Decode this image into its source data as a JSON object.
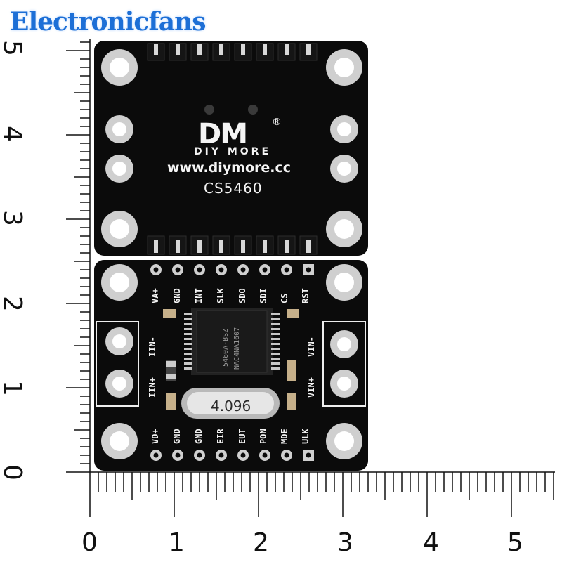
{
  "watermark": "Electronicfans",
  "ruler": {
    "horizontal_labels": [
      "0",
      "1",
      "2",
      "3",
      "4",
      "5"
    ],
    "vertical_labels": [
      "5",
      "4",
      "3",
      "2",
      "1",
      "0"
    ]
  },
  "top_board": {
    "logo": "DM",
    "registered_mark": "®",
    "brand": "DIY MORE",
    "url": "www.diymore.cc",
    "model": "CS5460"
  },
  "bottom_board": {
    "top_pins": [
      "VA+",
      "GND",
      "INT",
      "SLK",
      "SDO",
      "SDI",
      "CS",
      "RST"
    ],
    "bottom_pins": [
      "VD+",
      "GND",
      "GND",
      "EIR",
      "EUT",
      "PON",
      "MDE",
      "ULK"
    ],
    "left_terminals": [
      "IIN-",
      "IIN+"
    ],
    "right_terminals": [
      "VIN-",
      "VIN+"
    ],
    "crystal": "4.096",
    "chip_text": [
      "5460A-BSZ",
      "NAC4NA1607"
    ]
  },
  "colors": {
    "pcb": "#0b0b0b",
    "silkscreen": "#f2f2f2",
    "pad_metal": "#c9c9c9",
    "watermark": "#1d6fd6"
  }
}
